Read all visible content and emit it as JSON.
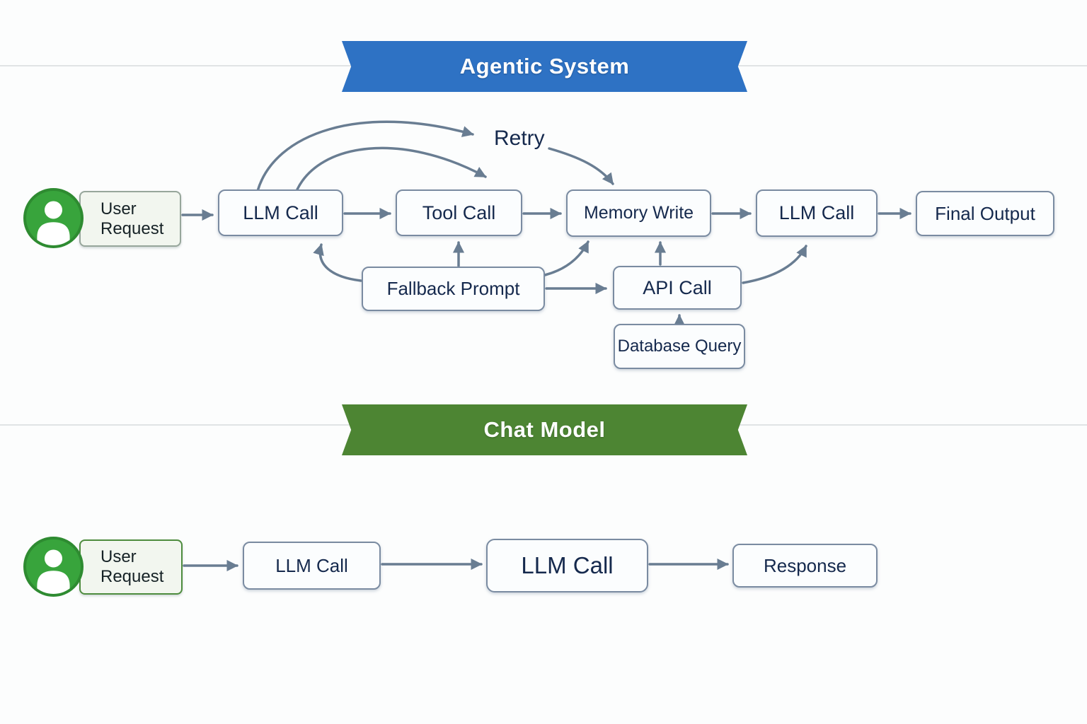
{
  "palette": {
    "banner-blue": "#2E72C4",
    "banner-green": "#4D8533",
    "avatar-green": "#38A43C",
    "arrow": "#697D92",
    "node-border": "#7A8BA1",
    "node-text": "#15294D"
  },
  "agentic": {
    "banner_label": "Agentic System",
    "user_request": {
      "line1": "User",
      "line2": "Request"
    },
    "retry_label": "Retry",
    "nodes": {
      "llm_call_1": "LLM Call",
      "tool_call": "Tool Call",
      "memory_write": "Memory Write",
      "llm_call_2": "LLM Call",
      "final_output": "Final Output",
      "fallback_prompt": "Fallback Prompt",
      "api_call": "API Call",
      "database_query": "Database Query"
    }
  },
  "chat": {
    "banner_label": "Chat Model",
    "user_request": {
      "line1": "User",
      "line2": "Request"
    },
    "nodes": {
      "llm_call_1": "LLM Call",
      "llm_call_2": "LLM Call",
      "response": "Response"
    }
  }
}
